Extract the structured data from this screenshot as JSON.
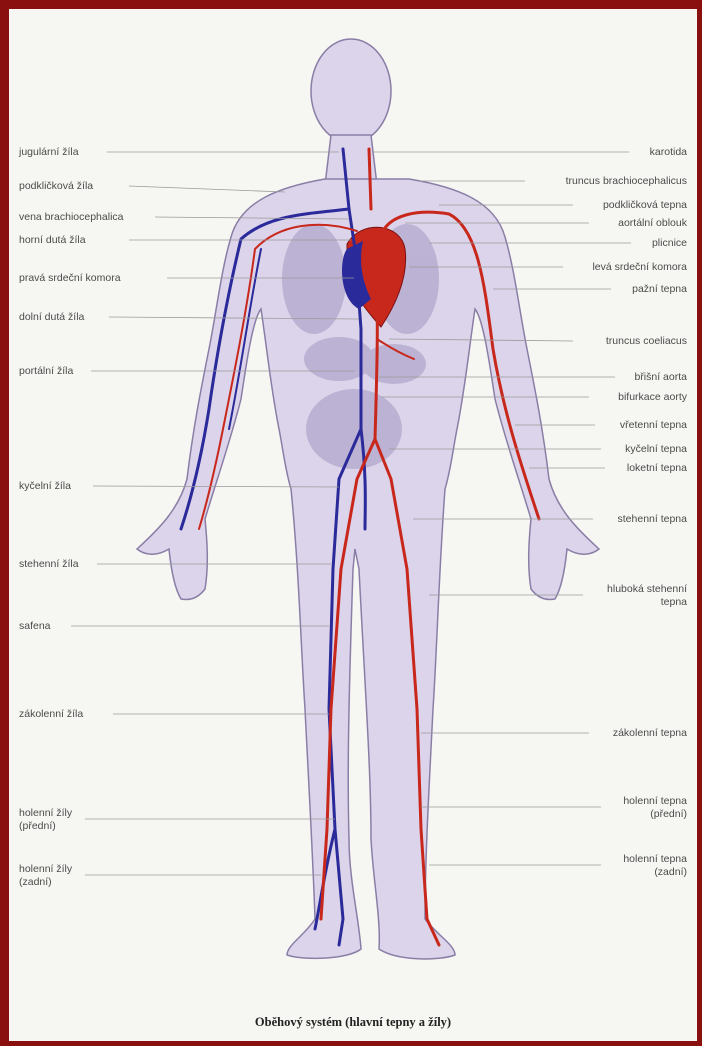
{
  "diagram": {
    "caption": "Oběhový systém (hlavní tepny a žíly)",
    "colors": {
      "artery": "#c8281c",
      "vein": "#2a2a9a",
      "body": "#dcd4ea",
      "outline": "#8a7ea6",
      "frame": "#8a0f0f"
    },
    "left_labels": [
      "jugulární žíla",
      "podkličková žíla",
      "vena brachiocephalica",
      "horní dutá žíla",
      "pravá srdeční komora",
      "dolní dutá žíla",
      "portální žíla",
      "kyčelní žíla",
      "stehenní žíla",
      "safena",
      "zákolenní žíla",
      "holenní žíly\n(přední)",
      "holenní žíly\n(zadní)"
    ],
    "right_labels": [
      "karotida",
      "truncus brachiocephalicus",
      "podkličková tepna",
      "aortální oblouk",
      "plicnice",
      "levá srdeční komora",
      "pažní tepna",
      "truncus coeliacus",
      "břišní aorta",
      "bifurkace aorty",
      "vřetenní tepna",
      "kyčelní tepna",
      "loketní tepna",
      "stehenní tepna",
      "hluboká stehenní\ntepna",
      "zákolenní tepna",
      "holenní tepna\n(přední)",
      "holenní tepna\n(zadní)"
    ]
  }
}
